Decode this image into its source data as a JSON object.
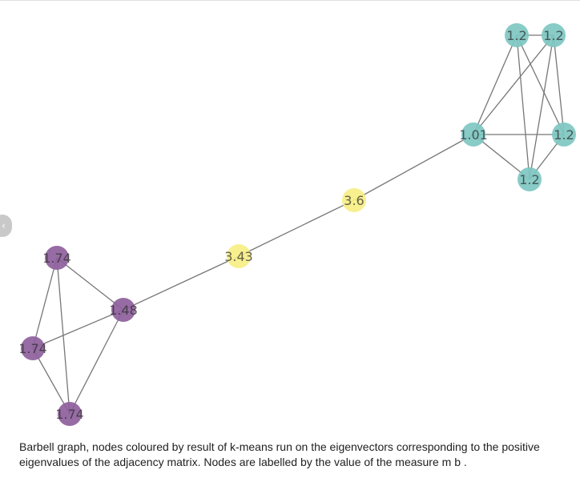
{
  "graph": {
    "colors": {
      "teal": "#7ec7c2",
      "yellow": "#f7ef86",
      "purple": "#8e5f9c",
      "edge": "#777777"
    },
    "nodes": [
      {
        "id": "t1",
        "label": "1.2",
        "cluster": "teal"
      },
      {
        "id": "t2",
        "label": "1.2",
        "cluster": "teal"
      },
      {
        "id": "t3",
        "label": "1.01",
        "cluster": "teal"
      },
      {
        "id": "t4",
        "label": "1.2",
        "cluster": "teal"
      },
      {
        "id": "t5",
        "label": "1.2",
        "cluster": "teal"
      },
      {
        "id": "y1",
        "label": "3.6",
        "cluster": "yellow"
      },
      {
        "id": "y2",
        "label": "3.43",
        "cluster": "yellow"
      },
      {
        "id": "p1",
        "label": "1.74",
        "cluster": "purple"
      },
      {
        "id": "p2",
        "label": "1.48",
        "cluster": "purple"
      },
      {
        "id": "p3",
        "label": "1.74",
        "cluster": "purple"
      },
      {
        "id": "p4",
        "label": "1.74",
        "cluster": "purple"
      }
    ],
    "edges": [
      [
        "t1",
        "t2"
      ],
      [
        "t1",
        "t3"
      ],
      [
        "t1",
        "t4"
      ],
      [
        "t1",
        "t5"
      ],
      [
        "t2",
        "t3"
      ],
      [
        "t2",
        "t4"
      ],
      [
        "t2",
        "t5"
      ],
      [
        "t3",
        "t4"
      ],
      [
        "t3",
        "t5"
      ],
      [
        "t4",
        "t5"
      ],
      [
        "t3",
        "y1"
      ],
      [
        "y1",
        "y2"
      ],
      [
        "y2",
        "p2"
      ],
      [
        "p1",
        "p2"
      ],
      [
        "p1",
        "p3"
      ],
      [
        "p1",
        "p4"
      ],
      [
        "p2",
        "p3"
      ],
      [
        "p2",
        "p4"
      ],
      [
        "p3",
        "p4"
      ]
    ]
  },
  "caption": "Barbell graph, nodes coloured by result of k-means run on the eigenvectors corresponding to the positive eigenvalues of the adjacency matrix. Nodes are labelled by the value of the measure m b ."
}
